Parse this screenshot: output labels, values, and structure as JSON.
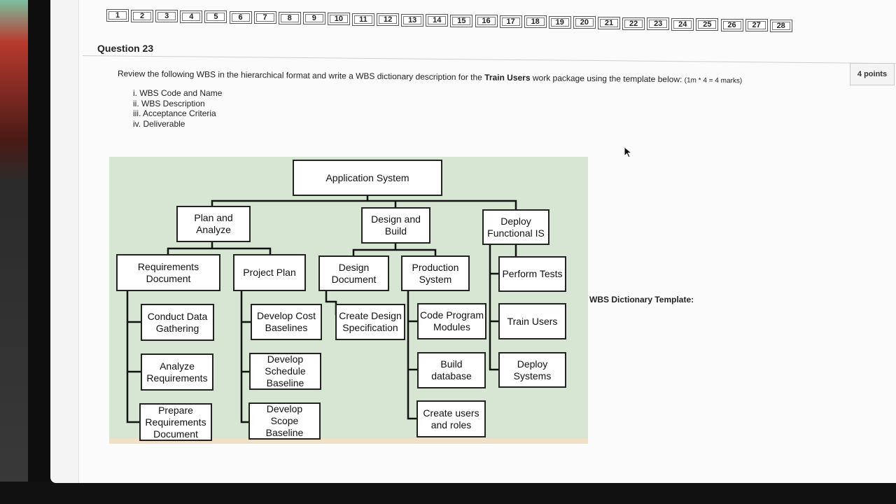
{
  "question_nav": [
    "1",
    "2",
    "3",
    "4",
    "5",
    "6",
    "7",
    "8",
    "9",
    "10",
    "11",
    "12",
    "13",
    "14",
    "15",
    "16",
    "17",
    "18",
    "19",
    "20",
    "21",
    "22",
    "23",
    "24",
    "25",
    "26",
    "27",
    "28"
  ],
  "question": {
    "title": "Question 23",
    "points": "4 points",
    "prompt_pre": "Review the following WBS in the hierarchical format and  write a WBS dictionary description for the ",
    "prompt_bold": "Train Users",
    "prompt_post": " work package using the template below: ",
    "prompt_marks": "(1m * 4 = 4 marks)",
    "items": [
      "i. WBS Code and Name",
      "ii. WBS Description",
      "iii. Acceptance Criteria",
      "iv. Deliverable"
    ],
    "dictionary_label": "WBS Dictionary Template:"
  },
  "wbs": {
    "root": "Application System",
    "nodes": {
      "plan": "Plan and\nAnalyze",
      "design_build": "Design and\nBuild",
      "deploy": "Deploy\nFunctional  IS",
      "req_doc": "Requirements\nDocument",
      "project_plan": "Project Plan",
      "design_doc": "Design\nDocument",
      "production": "Production\nSystem",
      "perform_tests": "Perform Tests",
      "conduct": "Conduct Data\nGathering",
      "analyze": "Analyze\nRequirements",
      "prepare": "Prepare\nRequirements\nDocument",
      "cost": "Develop Cost\nBaselines",
      "schedule": "Develop\nSchedule\nBaseline",
      "scope": "Develop\nScope\nBaseline",
      "create_design": "Create Design\nSpecification",
      "code": "Code Program\nModules",
      "build_db": "Build\ndatabase",
      "users_roles": "Create users\nand roles",
      "train": "Train Users",
      "deploy_sys": "Deploy\nSystems"
    }
  }
}
